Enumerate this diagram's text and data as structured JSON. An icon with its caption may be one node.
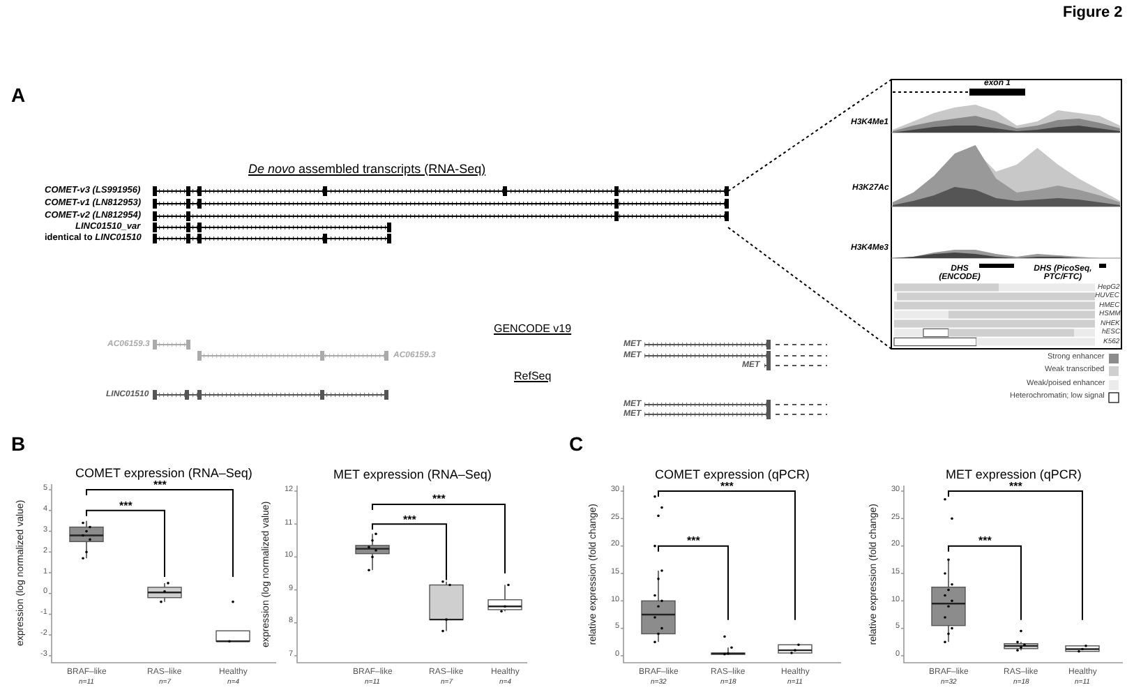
{
  "diagram": {
    "labels": [
      "Figure 2",
      "A",
      "*De novo* assembled transcripts (RNA-Seq)",
      "COMET-v3 (LS991956)",
      "COMET-v1 (LN812953)",
      "COMET-v2 (LN812954)",
      "LINC01510_var",
      "identical to *LINC01510*",
      "exon 1",
      "H3K4Me1",
      "H3K27Ac",
      "H3K4Me3",
      "DHS (ENCODE)",
      "DHS (PicoSeq, PTC/FTC)",
      "HepG2",
      "HUVEC",
      "HMEC",
      "HSMM",
      "NHEK",
      "hESC",
      "K562",
      "GENCODE v19",
      "AC06159.3",
      "AC06159.3",
      "MET",
      "MET",
      "MET",
      "RefSeq",
      "LINC01510",
      "MET",
      "MET",
      "B",
      "COMET expression (RNA–Seq)",
      "expression (log normalized value)",
      "5",
      "4",
      "3",
      "2",
      "1",
      "0",
      "-1",
      "-2",
      "-3",
      "BRAF–like",
      "n=11",
      "RAS–like",
      "n=7",
      "Healthy",
      "n=4",
      "***",
      "***",
      "MET expression (RNA–Seq)",
      "expression (log normalized value)",
      "12",
      "11",
      "10",
      "9",
      "8",
      "7",
      "BRAF–like",
      "n=11",
      "RAS–like",
      "n=7",
      "Healthy",
      "n=4",
      "***",
      "***",
      "C",
      "COMET expression (qPCR)",
      "relative expression (fold change)",
      "30",
      "25",
      "20",
      "15",
      "10",
      "5",
      "0",
      "BRAF–like",
      "n=32",
      "RAS–like",
      "n=18",
      "Healthy",
      "n=11",
      "***",
      "***",
      "MET expression (qPCR)",
      "relative expression (fold change)",
      "30",
      "25",
      "20",
      "15",
      "10",
      "5",
      "0",
      "BRAF–like",
      "n=32",
      "RAS–like",
      "n=18",
      "Healthy",
      "n=11",
      "***",
      "***"
    ],
    "legend": [
      {
        "text": "Strong enhancer",
        "color": "#8c8c8c"
      },
      {
        "text": "Weak transcribed",
        "color": "#cfcfcf"
      },
      {
        "text": "Weak/poised enhancer",
        "color": "#ebebeb"
      },
      {
        "text": "Heterochromatin; low signal",
        "color": "#ffffff"
      }
    ]
  }
}
